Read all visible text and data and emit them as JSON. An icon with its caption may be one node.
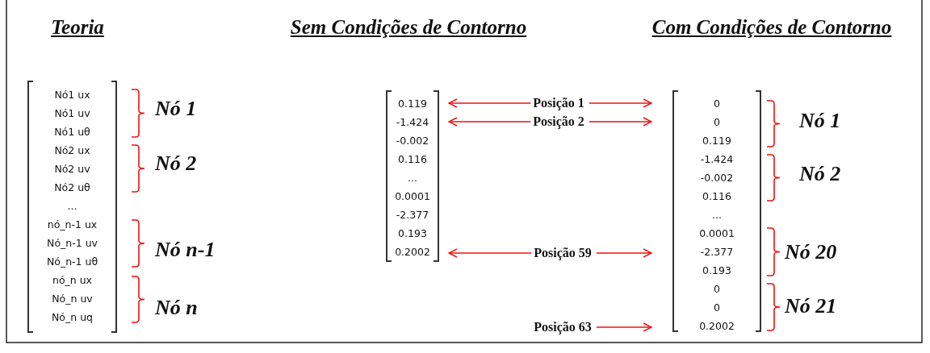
{
  "diagram": {
    "nodes": [
      {
        "text": [
          "Nó1 ux",
          "Nó1 uv",
          "Nó1 uθ",
          "Nó2 ux",
          "Nó2 uv",
          "Nó2 uθ",
          "...",
          "nó_n-1 ux",
          "Nó_n-1 uv",
          "Nó_n-1 uθ",
          "nó_n ux",
          "Nó_n uv",
          "Nó_n uq"
        ]
      },
      {
        "text": [
          "0.119",
          "-1.424",
          "-0.002",
          "0.116",
          "...",
          "0.0001",
          "-2.377",
          "0.193",
          "0.2002"
        ]
      },
      {
        "text": [
          "0",
          "0",
          "0.119",
          "-1.424",
          "-0.002",
          "0.116",
          "...",
          "0.0001",
          "-2.377",
          "0.193",
          "0",
          "0",
          "0.2002"
        ]
      },
      {
        "text": [
          "Posição 1"
        ]
      },
      {
        "text": [
          "Posição 2"
        ]
      },
      {
        "text": [
          "Posição 59"
        ]
      },
      {
        "text": [
          "Posição 63"
        ]
      }
    ],
    "edges": [
      {
        "from": 3,
        "to": 1,
        "arrow": "to"
      },
      {
        "from": 3,
        "to": 2,
        "arrow": "to"
      },
      {
        "from": 4,
        "to": 1,
        "arrow": "to"
      },
      {
        "from": 4,
        "to": 2,
        "arrow": "to"
      },
      {
        "from": 5,
        "to": 1,
        "arrow": "to"
      },
      {
        "from": 5,
        "to": 2,
        "arrow": "to"
      },
      {
        "from": 6,
        "to": 2,
        "arrow": "to"
      }
    ],
    "labels": [
      "Teoria",
      "Sem Condições de Contorno",
      "Com Condições de Contorno",
      "Nó 1",
      "Nó 2",
      "Nó n-1",
      "Nó n",
      "Nó 1",
      "Nó 2",
      "Nó 20",
      "Nó 21"
    ]
  }
}
